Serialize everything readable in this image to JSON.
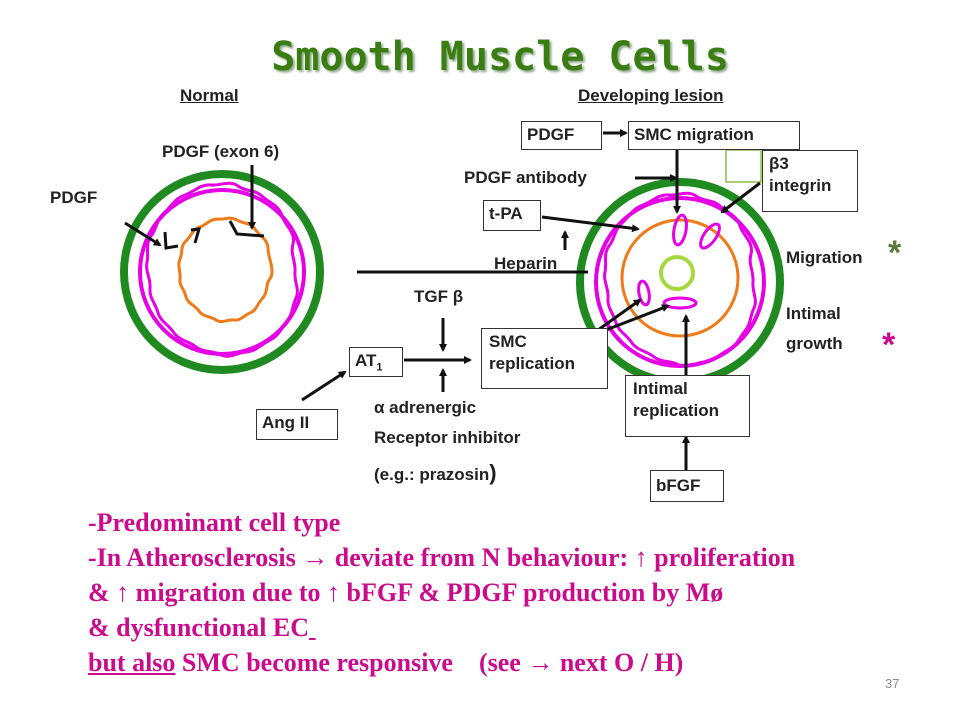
{
  "slide": {
    "title": "Smooth Muscle Cells",
    "page_number": "37"
  },
  "left": {
    "heading": "Normal",
    "pdgf_exon6": "PDGF (exon 6)",
    "pdgf": "PDGF"
  },
  "right": {
    "heading": "Developing lesion",
    "pdgf_box": "PDGF",
    "smc_migration": "SMC migration",
    "beta3": "β3",
    "integrin": "integrin",
    "pdgf_antibody": "PDGF antibody",
    "tpa": "t-PA",
    "heparin": "Heparin",
    "migration": "Migration",
    "intimal_growth_1": "Intimal",
    "intimal_growth_2": "growth",
    "intimal_repl_1": "Intimal",
    "intimal_repl_2": "replication",
    "bfgf": "bFGF"
  },
  "middle": {
    "tgf": "TGF β",
    "smc_repl_1": "SMC",
    "smc_repl_2": "replication",
    "at1": "AT",
    "at1_sub": "1",
    "ang": "Ang II",
    "alpha_1": "α adrenergic",
    "alpha_2": "Receptor inhibitor",
    "alpha_3": "(e.g.: prazosin",
    "alpha_3_close": ")"
  },
  "stars": {
    "star1": "*",
    "star2": "*"
  },
  "body_text": {
    "line1": "-Predominant cell type",
    "line2": "-In Atherosclerosis → deviate from N behaviour: ↑ proliferation",
    "line3": "& ↑ migration due to ↑ bFGF & PDGF production by Mø",
    "line4a": "& dysfunctional EC",
    "line4b": " ",
    "line5a": "but also",
    "line5b": " SMC become responsive    (see → next O / H)"
  },
  "colors": {
    "green": "#1f8a1f",
    "magenta": "#e600e6",
    "orange": "#f07a18",
    "title_green": "#3a7d12",
    "body_pink": "#cc0a8c",
    "lime": "#a6d940"
  }
}
